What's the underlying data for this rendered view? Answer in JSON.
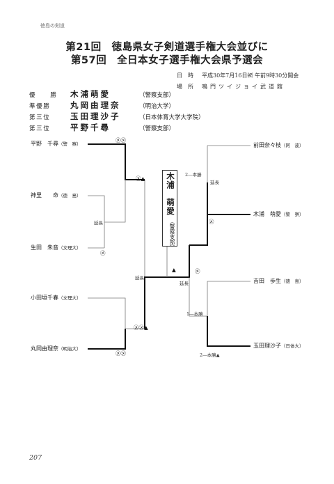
{
  "header": "徳島の剣道",
  "title": {
    "line1": "第21回　徳島県女子剣道選手権大会並びに",
    "line2": "第57回　全日本女子選手権大会県予選会"
  },
  "info": {
    "date_label": "日　時",
    "date_value": "平成30年7月16日㈷ 午前9時30分開会",
    "venue_label": "場　所",
    "venue_value": "鳴門ツイジョイ武道館"
  },
  "results": [
    {
      "label": "優　　勝",
      "name": "木浦萌愛",
      "aff": "（警察支部）"
    },
    {
      "label": "準優勝",
      "name": "丸岡由理奈",
      "aff": "（明治大学）"
    },
    {
      "label": "第三位",
      "name": "玉田理沙子",
      "aff": "（日本体育大学大学院）"
    },
    {
      "label": "第三位",
      "name": "平野千尋",
      "aff": "（警察支部）"
    }
  ],
  "bracket": {
    "left": [
      {
        "name": "平野　千尋",
        "aff": "（警　察）"
      },
      {
        "name": "神里　　命",
        "aff": "（徳　島）"
      },
      {
        "name": "生田　朱音",
        "aff": "（文理大）"
      },
      {
        "name": "小田垣千春",
        "aff": "（文理大）"
      },
      {
        "name": "丸岡由理奈",
        "aff": "（明治大）"
      }
    ],
    "right": [
      {
        "name": "前田奈々枝",
        "aff": "（阿　波）"
      },
      {
        "name": "木浦　萌愛",
        "aff": "（警　察）"
      },
      {
        "name": "吉田　歩生",
        "aff": "（徳　島）"
      },
      {
        "name": "玉田理沙子",
        "aff": "（日体大）"
      }
    ],
    "champion": {
      "name": "木浦　萌愛",
      "aff": "（警察支部）"
    },
    "notes": {
      "l1_score": "㋱㋱",
      "l_semi1_score": "㋱▲",
      "l_r1_enchou": "延長",
      "l_r1_score": "㋱",
      "l_semi_enchou": "延長",
      "l_semi2_score": "㋱㋱▲",
      "l5_score": "㋱㋱",
      "f_triangle": "▲",
      "f_score": "㋱",
      "f_enchou": "延長",
      "r_top_ippon": "2―本勝",
      "r_top_enchou": "延長",
      "r_r1_score": "㋱",
      "r_bot_ippon": "1―本勝",
      "r_bot_score": "2―本勝▲"
    }
  },
  "page_number": "207"
}
